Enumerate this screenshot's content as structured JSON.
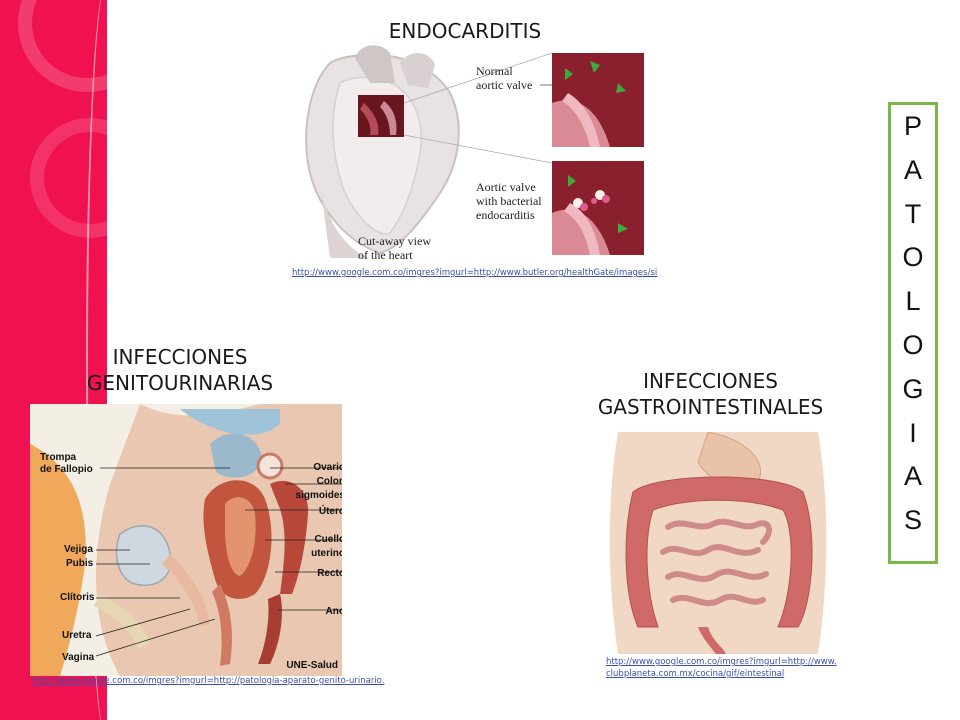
{
  "slide": {
    "side_title_letters": [
      "P",
      "A",
      "T",
      "O",
      "L",
      "O",
      "G",
      "I",
      "A",
      "S"
    ],
    "sections": {
      "endocarditis": {
        "title": "ENDOCARDITIS",
        "link": "http://www.google.com.co/imgres?imgurl=http://www.butler.org/healthGate/images/si",
        "labels": {
          "normal": [
            "Normal",
            "aortic valve"
          ],
          "bacterial": [
            "Aortic valve",
            "with bacterial",
            "endocarditis"
          ],
          "cutaway": [
            "Cut-away view",
            "of the heart"
          ]
        }
      },
      "genitourinarias": {
        "title_lines": [
          "INFECCIONES",
          "GENITOURINARIAS"
        ],
        "link": "http://www.google.com.co/imgres?imgurl=http://patologia-aparato-genito-urinario.",
        "labels_left": [
          "Trompa",
          "de Fallopio",
          "Vejiga",
          "Pubis",
          "Clítoris",
          "Uretra",
          "Vagina"
        ],
        "labels_right": [
          "Ovario",
          "Colon",
          "sigmoides",
          "Útero",
          "Cuello",
          "uterino",
          "Recto",
          "Ano"
        ],
        "credit": "UNE-Salud"
      },
      "gastrointestinales": {
        "title_lines": [
          "INFECCIONES",
          "GASTROINTESTINALES"
        ],
        "link_lines": [
          "http://www.google.com.co/imgres?imgurl=http://www.",
          "clubplaneta.com.mx/cocina/gif/eintestinal"
        ]
      }
    }
  }
}
